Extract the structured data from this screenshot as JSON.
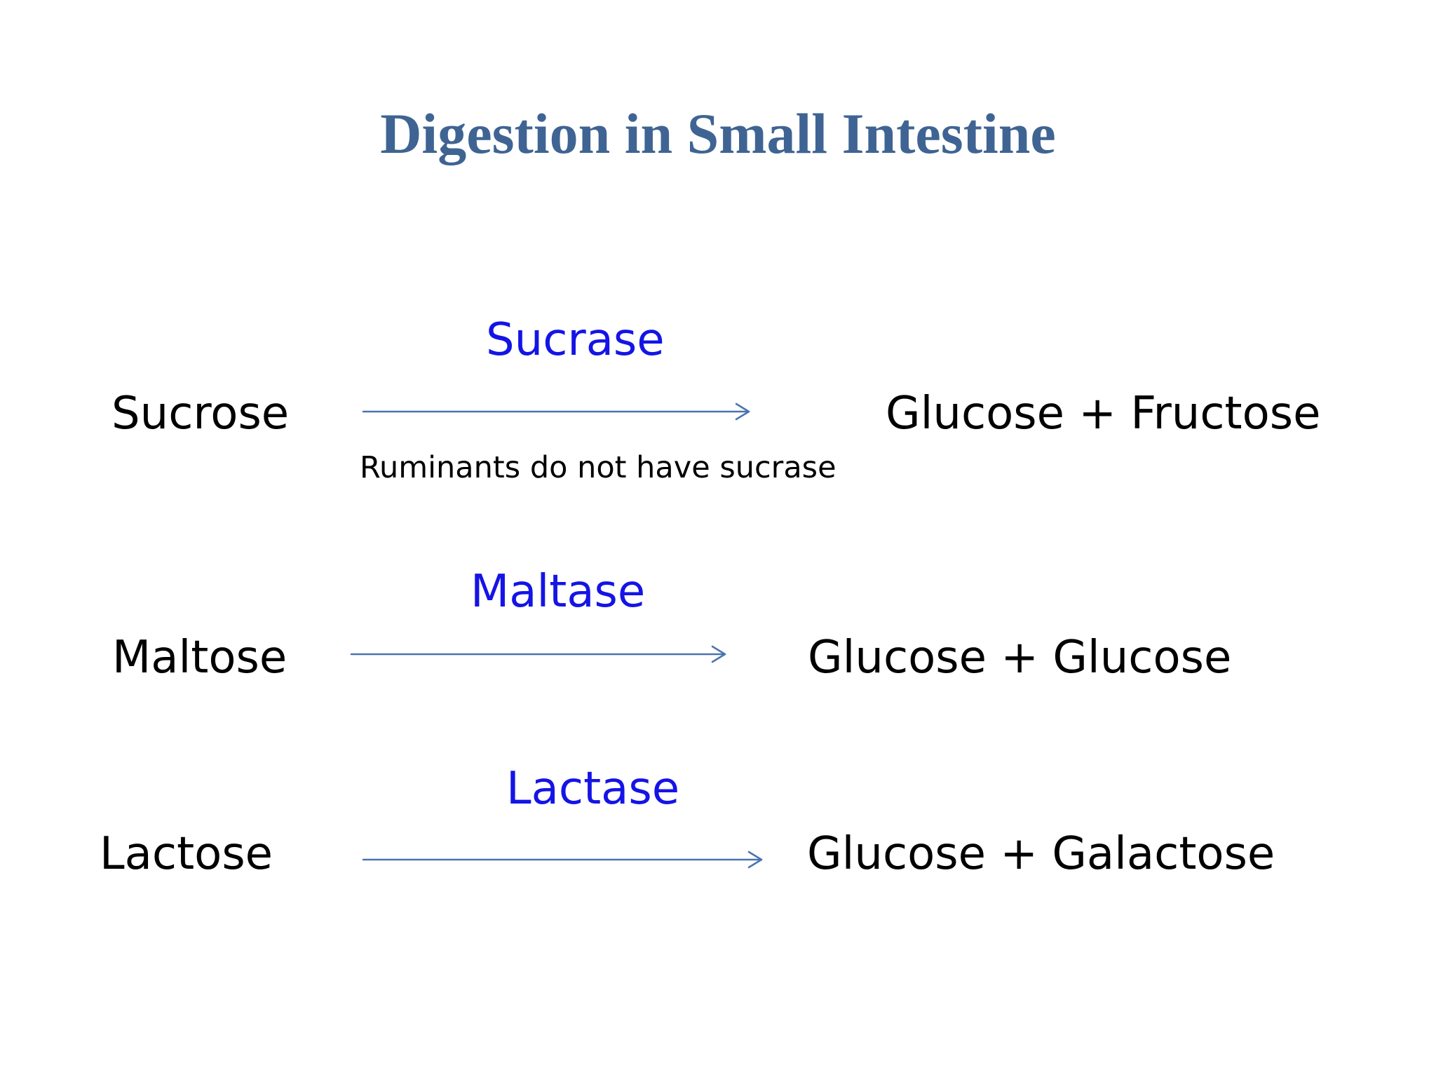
{
  "title": "Digestion in Small Intestine",
  "colors": {
    "title": "#3F6493",
    "enzyme": "#1414E6",
    "text": "#000000",
    "arrow": "#4A74B0",
    "background": "#FFFFFF"
  },
  "reactions": [
    {
      "substrate": "Sucrose",
      "enzyme": "Sucrase",
      "products": "Glucose + Fructose",
      "note": "Ruminants do not have sucrase"
    },
    {
      "substrate": "Maltose",
      "enzyme": "Maltase",
      "products": "Glucose + Glucose"
    },
    {
      "substrate": "Lactose",
      "enzyme": "Lactase",
      "products": "Glucose + Galactose"
    }
  ]
}
